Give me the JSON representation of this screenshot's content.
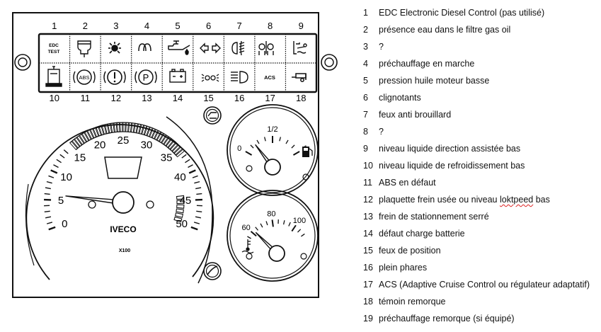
{
  "panel": {
    "top_numbers": [
      "1",
      "2",
      "3",
      "4",
      "5",
      "6",
      "7",
      "8",
      "9"
    ],
    "bottom_numbers": [
      "10",
      "11",
      "12",
      "13",
      "14",
      "15",
      "16",
      "17",
      "18"
    ],
    "warning_lights_top": [
      {
        "label_line1": "EDC",
        "label_line2": "TEST",
        "icon": "edc-test-icon"
      },
      {
        "icon": "water-in-fuel-filter-icon"
      },
      {
        "icon": "unknown-warning-icon"
      },
      {
        "icon": "glow-plug-preheat-icon"
      },
      {
        "icon": "oil-pressure-icon"
      },
      {
        "icon": "turn-signals-icon"
      },
      {
        "icon": "fog-light-icon"
      },
      {
        "icon": "coolant-level-icon"
      },
      {
        "icon": "power-steering-fluid-icon"
      }
    ],
    "warning_lights_bottom": [
      {
        "icon": "trailer-preheat-icon"
      },
      {
        "label": "ABS",
        "icon": "abs-icon"
      },
      {
        "label": "(!)",
        "icon": "brake-wear-icon"
      },
      {
        "label": "P",
        "icon": "parking-brake-icon"
      },
      {
        "icon": "battery-charge-icon"
      },
      {
        "icon": "position-lights-icon"
      },
      {
        "icon": "high-beam-icon"
      },
      {
        "label": "ACS",
        "icon": "acs-icon"
      },
      {
        "icon": "trailer-icon"
      }
    ],
    "tachometer": {
      "labels": [
        "0",
        "5",
        "10",
        "15",
        "20",
        "25",
        "30",
        "35",
        "40",
        "45",
        "50"
      ],
      "brand": "IVECO",
      "multiplier": "X100",
      "needle_value": 6
    },
    "fuel_gauge": {
      "labels": [
        "0",
        "1/2",
        "1"
      ],
      "icon": "fuel-pump-icon",
      "needle_fraction": 0.02
    },
    "temperature_gauge": {
      "labels": [
        "60",
        "80",
        "100"
      ],
      "icon": "coolant-temperature-icon",
      "needle_value": 69
    }
  },
  "legend": [
    {
      "num": "1",
      "text": "EDC Electronic Diesel Control (pas utilisé)"
    },
    {
      "num": "2",
      "text": "présence eau dans le filtre gas oil"
    },
    {
      "num": "3",
      "text": "?"
    },
    {
      "num": "4",
      "text": "préchauffage en marche"
    },
    {
      "num": "5",
      "text": "pression huile moteur basse"
    },
    {
      "num": "6",
      "text": "clignotants"
    },
    {
      "num": "7",
      "text": "feux anti brouillard"
    },
    {
      "num": "8",
      "text": "?"
    },
    {
      "num": "9",
      "text": "niveau liquide direction assistée bas"
    },
    {
      "num": "10",
      "text": "niveau liquide de refroidissement bas"
    },
    {
      "num": "11",
      "text": "ABS en défaut"
    },
    {
      "num": "12",
      "text": "plaquette frein usée ou niveau ",
      "misspelled": "loktpeed",
      "text_after": " bas"
    },
    {
      "num": "13",
      "text": "frein de stationnement serré"
    },
    {
      "num": "14",
      "text": "défaut charge batterie"
    },
    {
      "num": "15",
      "text": "feux de position"
    },
    {
      "num": "16",
      "text": "plein phares"
    },
    {
      "num": "17",
      "text": "ACS (Adaptive Cruise Control ou régulateur adaptatif)"
    },
    {
      "num": "18",
      "text": "témoin remorque"
    },
    {
      "num": "19",
      "text": "préchauffage remorque (si équipé)"
    }
  ]
}
